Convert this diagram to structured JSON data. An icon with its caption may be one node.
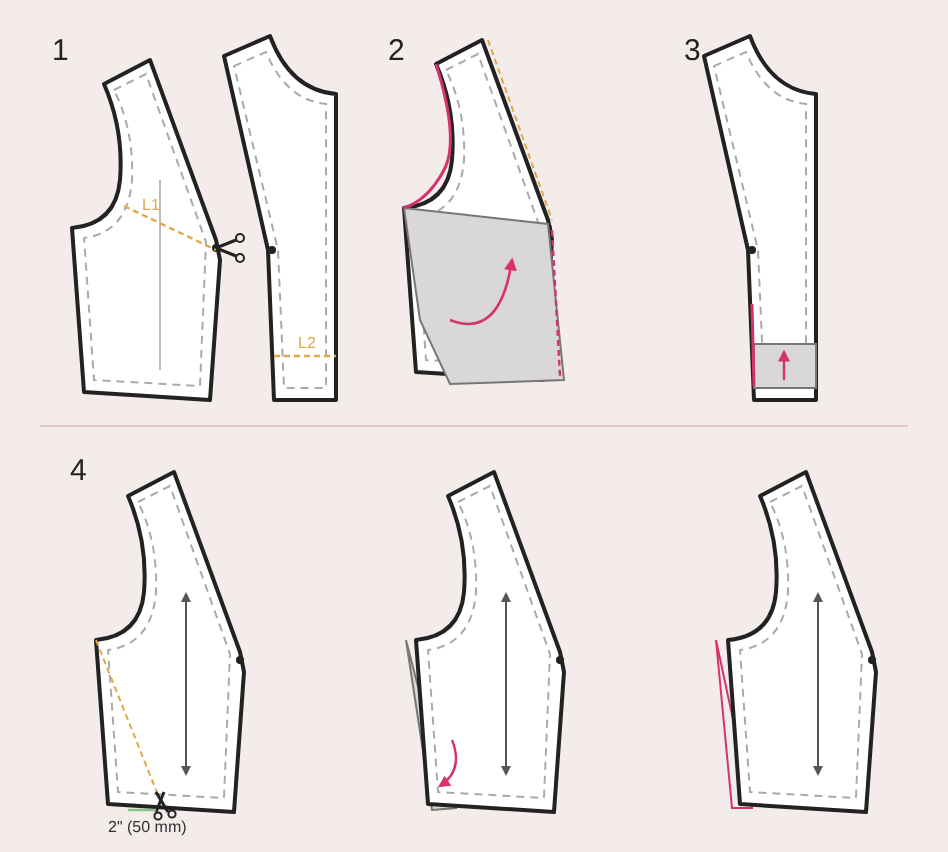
{
  "diagram": {
    "labels": [
      "1",
      "L1",
      "L2",
      "2",
      "3",
      "4",
      "2\" (50 mm)"
    ]
  }
}
